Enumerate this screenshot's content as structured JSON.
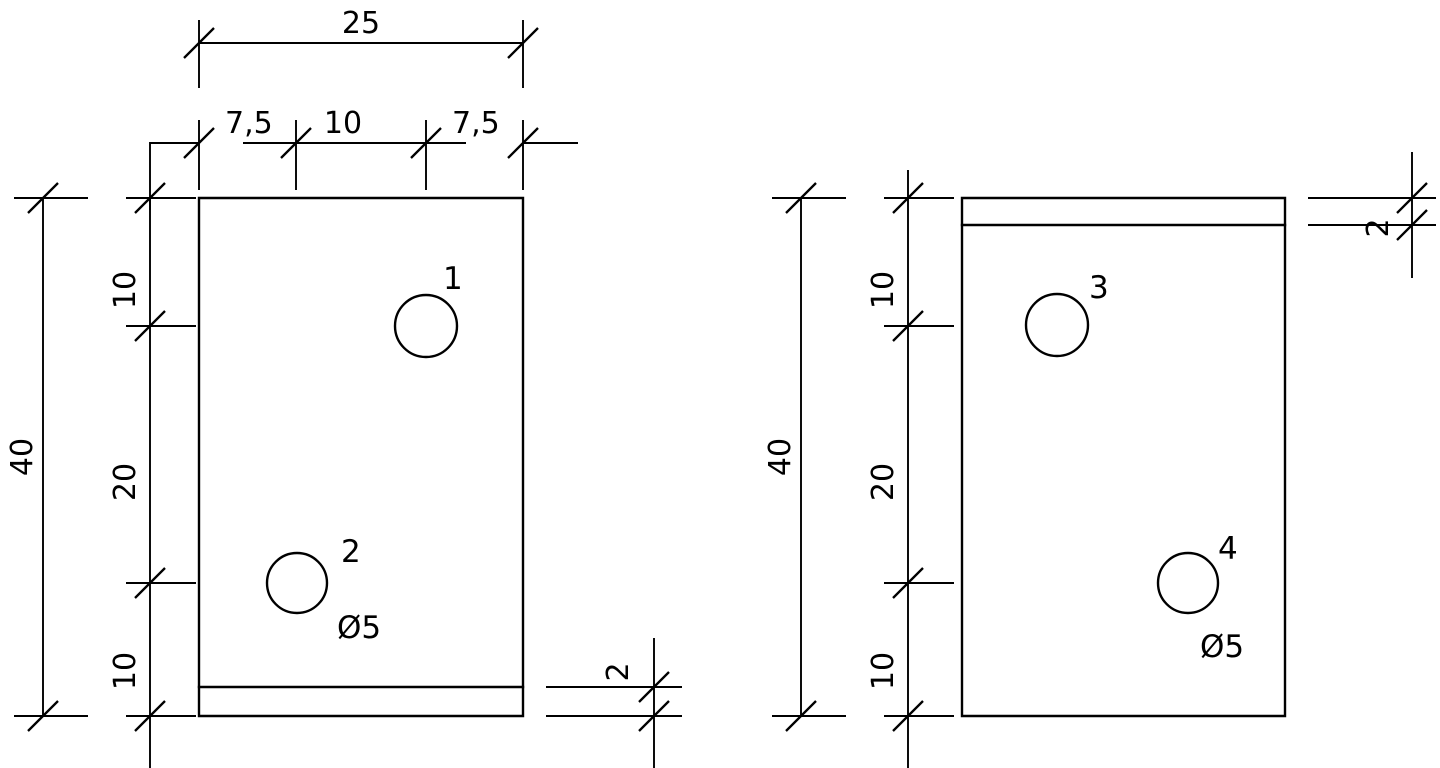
{
  "drawing": {
    "title": "Two-view mechanical plate detail drawing",
    "units_implied": "mm",
    "line_color": "#000000",
    "background_color": "#ffffff",
    "views": [
      {
        "id": "left-view",
        "name": "left-plate-view",
        "horizontal_dimensions": {
          "overall": "25",
          "chain": [
            "7,5",
            "10",
            "7,5"
          ]
        },
        "vertical_dimensions": {
          "overall": "40",
          "chain": [
            "10",
            "20",
            "10"
          ]
        },
        "thickness_dimension": "2",
        "holes": [
          {
            "label": "1",
            "diameter_note": ""
          },
          {
            "label": "2",
            "diameter_note": "Ø5"
          }
        ]
      },
      {
        "id": "right-view",
        "name": "right-plate-view",
        "horizontal_dimensions": {
          "overall": "",
          "chain": []
        },
        "vertical_dimensions": {
          "overall": "40",
          "chain": [
            "10",
            "20",
            "10"
          ]
        },
        "thickness_dimension": "2",
        "holes": [
          {
            "label": "3",
            "diameter_note": ""
          },
          {
            "label": "4",
            "diameter_note": "Ø5"
          }
        ]
      }
    ],
    "texts": {
      "left_overall_width": "25",
      "left_chain_w1": "7,5",
      "left_chain_w2": "10",
      "left_chain_w3": "7,5",
      "left_overall_height": "40",
      "left_chain_h1": "10",
      "left_chain_h2": "20",
      "left_chain_h3": "10",
      "left_thickness": "2",
      "left_hole1_label": "1",
      "left_hole2_label": "2",
      "left_dia_note": "Ø5",
      "right_overall_height": "40",
      "right_chain_h1": "10",
      "right_chain_h2": "20",
      "right_chain_h3": "10",
      "right_thickness": "2",
      "right_hole3_label": "3",
      "right_hole4_label": "4",
      "right_dia_note": "Ø5"
    }
  }
}
